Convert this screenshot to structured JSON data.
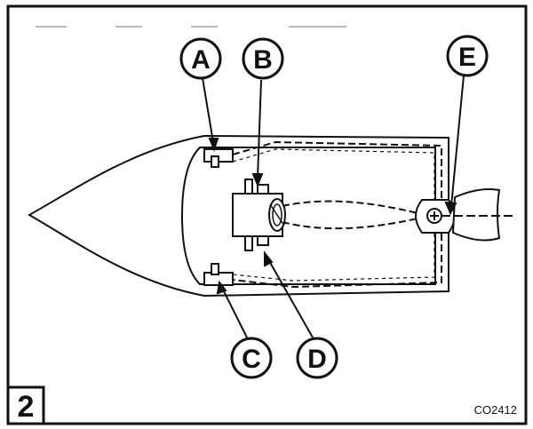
{
  "figure": {
    "number": "2",
    "code": "CO2412"
  },
  "callouts": {
    "a": "A",
    "b": "B",
    "c": "C",
    "d": "D",
    "e": "E"
  },
  "colors": {
    "ink": "#111111",
    "paper": "#ffffff"
  }
}
